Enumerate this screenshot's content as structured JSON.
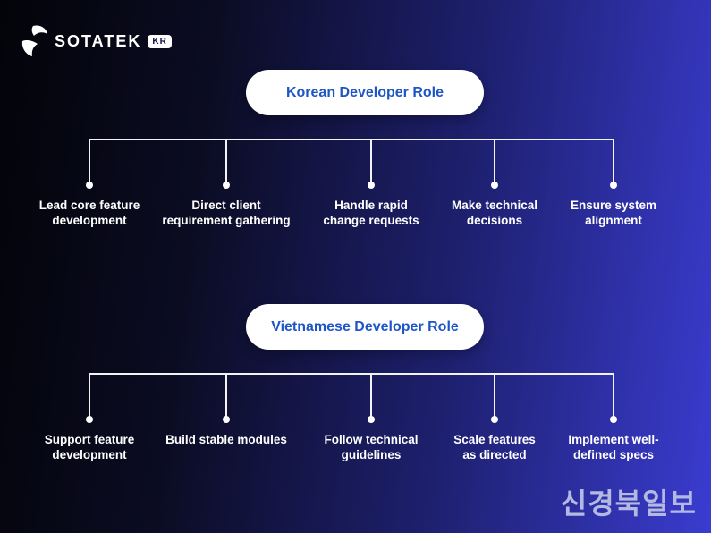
{
  "logo": {
    "brand": "SOTATEK",
    "badge": "KR"
  },
  "sections": [
    {
      "title": "Korean Developer Role",
      "items": [
        "Lead core feature\ndevelopment",
        "Direct client\nrequirement gathering",
        "Handle rapid\nchange requests",
        "Make technical\ndecisions",
        "Ensure system\nalignment"
      ]
    },
    {
      "title": "Vietnamese Developer Role",
      "items": [
        "Support feature\ndevelopment",
        "Build stable modules",
        "Follow technical\nguidelines",
        "Scale features\nas directed",
        "Implement well-\ndefined specs"
      ]
    }
  ],
  "watermark": "신경북일보",
  "colors": {
    "background_dark": "#030309",
    "background_blue": "#3a3cd0",
    "pill_background": "#ffffff",
    "pill_text": "#1e56c8",
    "connector_line": "#f2f2f7",
    "label_text": "#ffffff",
    "watermark_text": "#b4b9e2"
  }
}
